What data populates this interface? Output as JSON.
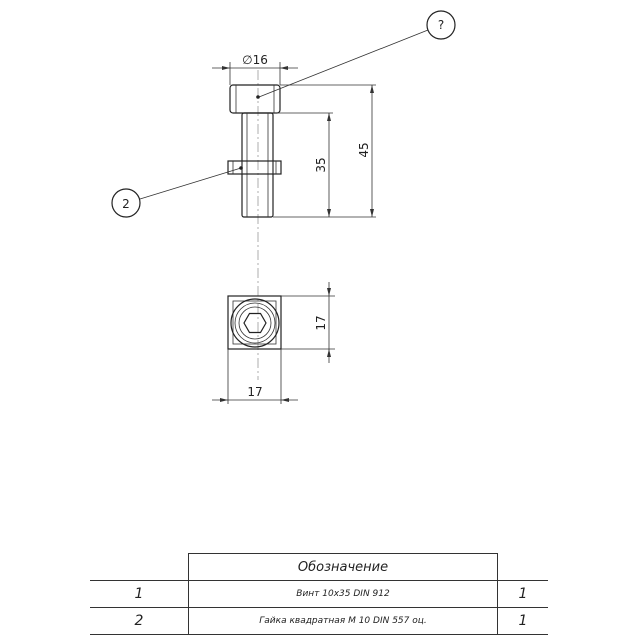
{
  "drawing": {
    "dimensions": {
      "head_diameter": "∅16",
      "thread_length": "35",
      "total_length": "45",
      "nut_height": "17",
      "nut_width": "17"
    },
    "balloons": {
      "screw": "?",
      "nut": "2"
    }
  },
  "table": {
    "header": "Обозначение",
    "rows": [
      {
        "pos": "1",
        "name": "Винт 10x35 DIN 912",
        "qty": "1"
      },
      {
        "pos": "2",
        "name": "Гайка квадратная М 10 DIN 557 оц.",
        "qty": "1"
      }
    ]
  }
}
